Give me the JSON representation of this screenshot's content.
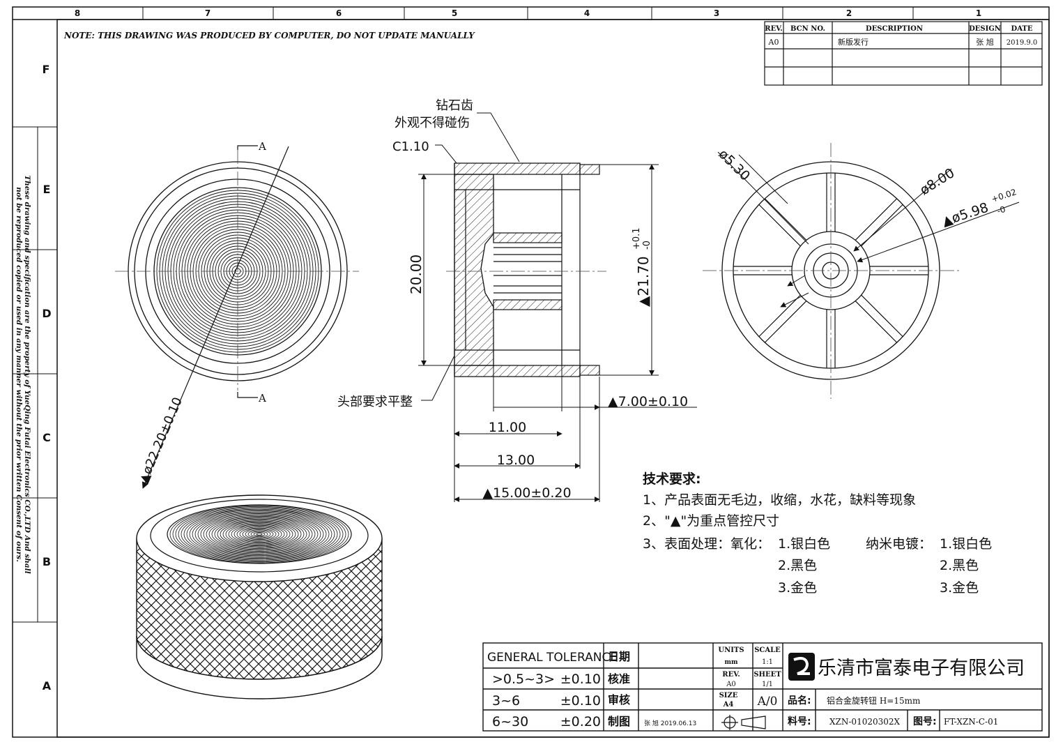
{
  "border": {
    "top_zones": [
      "8",
      "7",
      "6",
      "5",
      "4",
      "3",
      "2",
      "1"
    ],
    "side_zones": [
      "F",
      "E",
      "D",
      "C",
      "B",
      "A"
    ]
  },
  "note": "NOTE: THIS DRAWING WAS PRODUCED BY COMPUTER, DO NOT UPDATE MANUALLY",
  "side_notice_line1": "These drawing and specification are the property of YueQing Futai Electronics CO.,LTD And shall",
  "side_notice_line2": "not be reproduced copied or used in any manner without the prior written Consent of ours.",
  "revision_table": {
    "headers": [
      "REV.",
      "BCN NO.",
      "DESCRIPTION",
      "DESIGN",
      "DATE"
    ],
    "rows": [
      [
        "A0",
        "",
        "新版发行",
        "张 旭",
        "2019.9.0"
      ]
    ]
  },
  "section_label": "A",
  "annotations": {
    "diamond_teeth": "钻石齿",
    "no_damage": "外观不得碰伤",
    "chamfer": "C1.10",
    "head_flat": "头部要求平整"
  },
  "dimensions": {
    "d_face": "▲ø22.20±0.10",
    "h_20": "20.00",
    "d_21_main": "▲21.70",
    "d_21_tol": "+0.1",
    "d_21_tol_low": "-0",
    "d_7": "▲7.00±0.10",
    "l_11": "11.00",
    "l_13": "13.00",
    "l_15": "▲15.00±0.20",
    "d_5_30": "ø5.30",
    "d_8": "ø8.00",
    "d_598_main": "▲ø5.98",
    "d_598_tol": "+0.02",
    "d_598_tol_low": "-0"
  },
  "tech_requirements": {
    "title": "技术要求:",
    "item1": "1、产品表面无毛边，收缩，水花，缺料等现象",
    "item2": "2、\"▲\"为重点管控尺寸",
    "item3_prefix": "3、表面处理：氧化：",
    "oxidation": [
      "1.银白色",
      "2.黑色",
      "3.金色"
    ],
    "nano_label": "纳米电镀：",
    "nano": [
      "1.银白色",
      "2.黑色",
      "3.金色"
    ]
  },
  "title_block": {
    "tolerance_header": "GENERAL TOLERANCE",
    "tolerances": [
      {
        "range": ">0.5~3>",
        "tol": "±0.10"
      },
      {
        "range": "3~6",
        "tol": "±0.10"
      },
      {
        "range": "6~30",
        "tol": "±0.20"
      }
    ],
    "labels": [
      "日期",
      "核准",
      "审核",
      "制图"
    ],
    "drafter": "张 旭  2019.06.13",
    "units_label": "UNITS",
    "units": "mm",
    "scale_label": "SCALE",
    "scale": "1:1",
    "rev_label": "REV.",
    "rev": "A0",
    "sheet_label": "SHEET",
    "sheet": "1/1",
    "size_label": "SIZE",
    "size": "A4",
    "revision_code": "A/0",
    "company": "乐清市富泰电子有限公司",
    "product_label": "品名:",
    "product": "铝合金旋转钮 H=15mm",
    "part_label": "料号:",
    "part_no": "XZN-01020302X",
    "drawing_label": "图号:",
    "drawing_no": "FT-XZN-C-01"
  }
}
